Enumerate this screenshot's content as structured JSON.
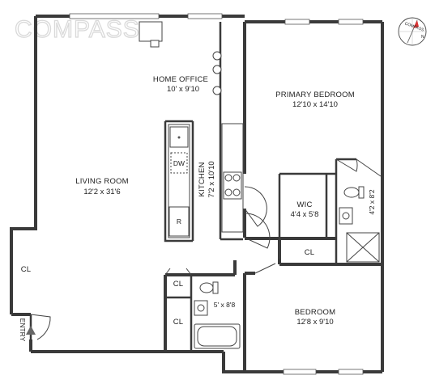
{
  "brand": {
    "logo_text": "COMPASS"
  },
  "compass": {
    "label": "COMPASS",
    "north": "N"
  },
  "rooms": {
    "home_office": {
      "name": "HOME OFFICE",
      "size": "10' x 9'10"
    },
    "primary_bedroom": {
      "name": "PRIMARY BEDROOM",
      "size": "12'10 x 14'10"
    },
    "living_room": {
      "name": "LIVING ROOM",
      "size": "12'2 x 31'6"
    },
    "kitchen": {
      "name": "KITCHEN",
      "size": "7'2 x 10'10"
    },
    "wic": {
      "name": "WIC",
      "size": "4'4 x 5'8"
    },
    "bath_primary": {
      "size": "4'2 x 8'2"
    },
    "bath_hall": {
      "size": "5' x 8'8"
    },
    "bedroom": {
      "name": "BEDROOM",
      "size": "12'8 x 9'10"
    }
  },
  "closets": {
    "living_cl": "CL",
    "hall_cl_1": "CL",
    "hall_cl_2": "CL",
    "hall_cl_3": "CL"
  },
  "appliances": {
    "dishwasher": "DW",
    "refrigerator": "R"
  },
  "entry": {
    "label": "ENTRY"
  }
}
